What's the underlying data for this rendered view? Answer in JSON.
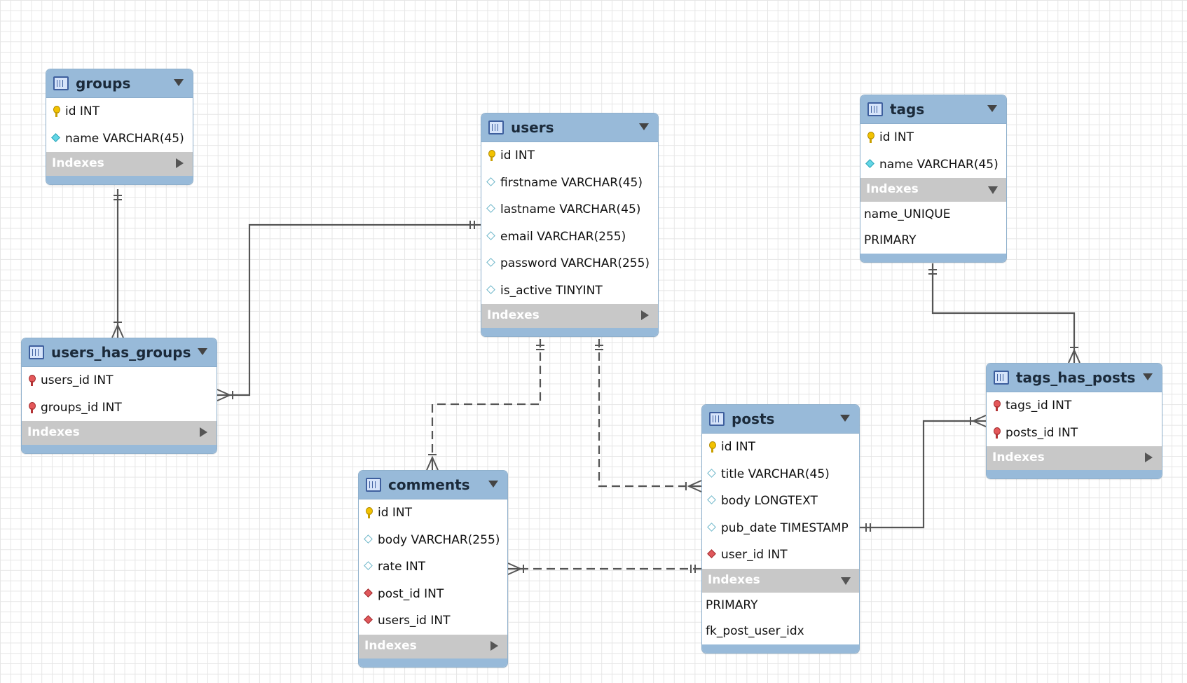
{
  "diagram": {
    "tables": [
      {
        "id": "groups",
        "name": "groups",
        "columns": [
          {
            "text": "id INT",
            "icon": "primary-key-icon"
          },
          {
            "text": "name VARCHAR(45)",
            "icon": "unique-column-icon"
          }
        ],
        "indexes_label": "Indexes",
        "indexes_expanded": false,
        "indexes": []
      },
      {
        "id": "users",
        "name": "users",
        "columns": [
          {
            "text": "id INT",
            "icon": "primary-key-icon"
          },
          {
            "text": "firstname VARCHAR(45)",
            "icon": "nullable-column-icon"
          },
          {
            "text": "lastname VARCHAR(45)",
            "icon": "nullable-column-icon"
          },
          {
            "text": "email VARCHAR(255)",
            "icon": "nullable-column-icon"
          },
          {
            "text": "password VARCHAR(255)",
            "icon": "nullable-column-icon"
          },
          {
            "text": "is_active TINYINT",
            "icon": "nullable-column-icon"
          }
        ],
        "indexes_label": "Indexes",
        "indexes_expanded": false,
        "indexes": []
      },
      {
        "id": "tags",
        "name": "tags",
        "columns": [
          {
            "text": "id INT",
            "icon": "primary-key-icon"
          },
          {
            "text": "name VARCHAR(45)",
            "icon": "unique-column-icon"
          }
        ],
        "indexes_label": "Indexes",
        "indexes_expanded": true,
        "indexes": [
          "name_UNIQUE",
          "PRIMARY"
        ]
      },
      {
        "id": "users_has_groups",
        "name": "users_has_groups",
        "columns": [
          {
            "text": "users_id INT",
            "icon": "foreign-primary-key-icon"
          },
          {
            "text": "groups_id INT",
            "icon": "foreign-primary-key-icon"
          }
        ],
        "indexes_label": "Indexes",
        "indexes_expanded": false,
        "indexes": []
      },
      {
        "id": "tags_has_posts",
        "name": "tags_has_posts",
        "columns": [
          {
            "text": "tags_id INT",
            "icon": "foreign-primary-key-icon"
          },
          {
            "text": "posts_id INT",
            "icon": "foreign-primary-key-icon"
          }
        ],
        "indexes_label": "Indexes",
        "indexes_expanded": false,
        "indexes": []
      },
      {
        "id": "posts",
        "name": "posts",
        "columns": [
          {
            "text": "id INT",
            "icon": "primary-key-icon"
          },
          {
            "text": "title VARCHAR(45)",
            "icon": "nullable-column-icon"
          },
          {
            "text": "body LONGTEXT",
            "icon": "nullable-column-icon"
          },
          {
            "text": "pub_date TIMESTAMP",
            "icon": "nullable-column-icon"
          },
          {
            "text": "user_id INT",
            "icon": "foreign-key-icon"
          }
        ],
        "indexes_label": "Indexes",
        "indexes_expanded": true,
        "indexes": [
          "PRIMARY",
          "fk_post_user_idx"
        ]
      },
      {
        "id": "comments",
        "name": "comments",
        "columns": [
          {
            "text": "id INT",
            "icon": "primary-key-icon"
          },
          {
            "text": "body VARCHAR(255)",
            "icon": "nullable-column-icon"
          },
          {
            "text": "rate INT",
            "icon": "nullable-column-icon"
          },
          {
            "text": "post_id INT",
            "icon": "foreign-key-icon"
          },
          {
            "text": "users_id INT",
            "icon": "foreign-key-icon"
          }
        ],
        "indexes_label": "Indexes",
        "indexes_expanded": false,
        "indexes": []
      }
    ],
    "relationships": [
      {
        "from": "groups",
        "to": "users_has_groups",
        "from_end": "one-mandatory",
        "to_end": "many-mandatory",
        "identifying": true
      },
      {
        "from": "users",
        "to": "users_has_groups",
        "from_end": "one-mandatory",
        "to_end": "many-mandatory",
        "identifying": true
      },
      {
        "from": "users",
        "to": "comments",
        "from_end": "one-mandatory",
        "to_end": "many-mandatory",
        "identifying": false
      },
      {
        "from": "users",
        "to": "posts",
        "from_end": "one-mandatory",
        "to_end": "many-mandatory",
        "identifying": false
      },
      {
        "from": "tags",
        "to": "tags_has_posts",
        "from_end": "one-mandatory",
        "to_end": "many-mandatory",
        "identifying": true
      },
      {
        "from": "posts",
        "to": "tags_has_posts",
        "from_end": "one-mandatory",
        "to_end": "many-mandatory",
        "identifying": true
      },
      {
        "from": "posts",
        "to": "comments",
        "from_end": "one-mandatory",
        "to_end": "many-mandatory",
        "identifying": false
      }
    ]
  },
  "colors": {
    "header": "#98bad9",
    "indexes_bar": "#c8c8c8",
    "connector": "#555555",
    "grid": "#e6e6e6"
  }
}
